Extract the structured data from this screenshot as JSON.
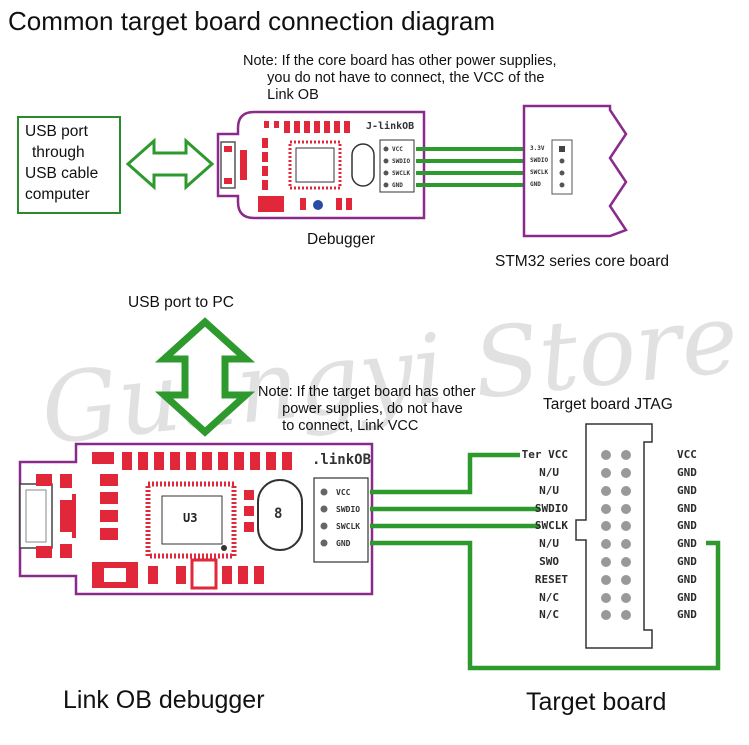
{
  "title": "Common target board connection diagram",
  "top": {
    "note": "Note: If the core board has other power supplies,\n      you do not have to connect, the VCC of the\n      Link OB",
    "usb_box": [
      "USB port",
      "through",
      "USB cable",
      "computer"
    ],
    "debugger_label": "Debugger",
    "board_title": "J-linkOB",
    "small_pins": [
      "VCC",
      "SWDIO",
      "SWCLK",
      "GND"
    ],
    "core_board_label": "STM32 series core board",
    "core_pins": [
      "3.3V",
      "SWDIO",
      "SWCLK",
      "GND"
    ]
  },
  "bottom": {
    "usb_to_pc": "USB port to PC",
    "note": "Note: If the target board has other\n      power supplies, do not have\n      to connect, Link VCC",
    "jtag_title": "Target board JTAG",
    "board_title": ".linkOB",
    "chip_label": "U3",
    "crystal_label": "8",
    "debugger_pins": [
      "VCC",
      "SWDIO",
      "SWCLK",
      "GND"
    ],
    "jtag_left": [
      "Ter VCC",
      "N/U",
      "N/U",
      "SWDIO",
      "SWCLK",
      "N/U",
      "SWO",
      "RESET",
      "N/C",
      "N/C"
    ],
    "jtag_right": [
      "VCC",
      "GND",
      "GND",
      "GND",
      "GND",
      "GND",
      "GND",
      "GND",
      "GND",
      "GND"
    ],
    "left_caption": "Link OB debugger",
    "right_caption": "Target board"
  },
  "watermark": "Guangyi Store",
  "colors": {
    "wire": "#2e9a2e",
    "board_outline": "#8a2a8a",
    "pad": "#e0283a",
    "frame": "#3a8a3a"
  }
}
